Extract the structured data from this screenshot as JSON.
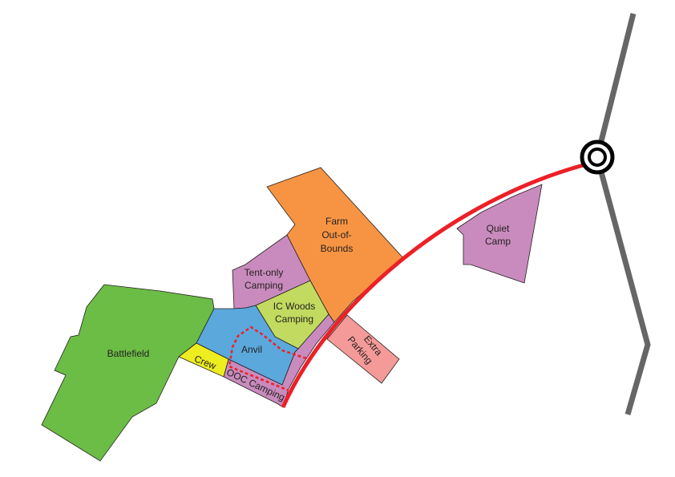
{
  "zones": {
    "battlefield": {
      "label": "Battlefield",
      "color": "#6bbd45"
    },
    "farm": {
      "lines": [
        "Farm",
        "Out-of-",
        "Bounds"
      ],
      "color": "#f79443"
    },
    "tent_only": {
      "lines": [
        "Tent-only",
        "Camping"
      ],
      "color": "#c98bbd"
    },
    "ic_woods": {
      "lines": [
        "IC Woods",
        "Camping"
      ],
      "color": "#c2da5f"
    },
    "anvil": {
      "label": "Anvil",
      "color": "#5ba8dc"
    },
    "crew": {
      "label": "Crew",
      "color": "#eded1f"
    },
    "ooc": {
      "label": "OOC Camping",
      "color": "#c98bbd"
    },
    "extra_parking": {
      "lines": [
        "Extra",
        "Parking"
      ],
      "color": "#f49a98"
    },
    "quiet_camp": {
      "lines": [
        "Quiet",
        "Camp"
      ],
      "color": "#c98bbd"
    }
  },
  "roads": {
    "main_color": "#ec2027",
    "side_color": "#666666"
  }
}
